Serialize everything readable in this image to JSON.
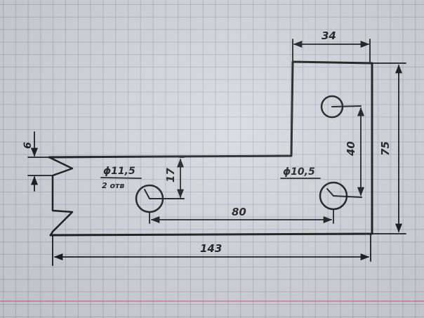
{
  "drawing": {
    "dimensions": {
      "top_width": "34",
      "total_height": "75",
      "hole_spacing_vertical": "40",
      "left_hole_height": "17",
      "hole_spacing_horizontal": "80",
      "overall_length": "143",
      "left_step": "6"
    },
    "holes": {
      "large_hole_label": "ϕ11,5",
      "large_hole_qty": "2 отв",
      "small_hole_label": "ϕ10,5"
    }
  }
}
